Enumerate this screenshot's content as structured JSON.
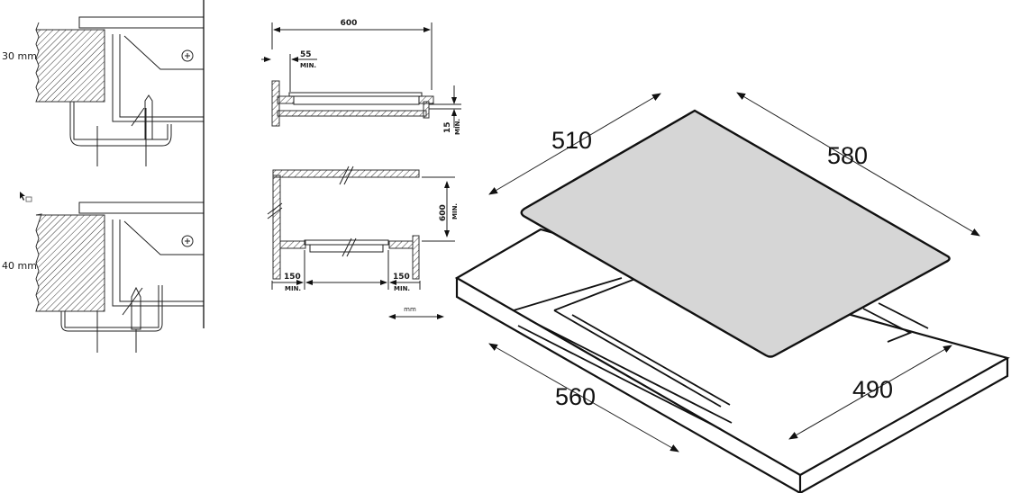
{
  "left_detail": {
    "thickness_30_label": "30 mm",
    "thickness_40_label": "40 mm"
  },
  "middle_detail": {
    "width_label": "600",
    "edge_gap_label": "55",
    "edge_gap_min": "MIN.",
    "under_gap_label": "15",
    "under_gap_min": "MIN.",
    "height_label": "600",
    "height_min": "MIN.",
    "left_side_label": "150",
    "left_side_min": "MIN.",
    "right_side_label": "150",
    "right_side_min": "MIN.",
    "unit_label": "mm"
  },
  "hob_dimensions": {
    "hob_depth": "510",
    "hob_width": "580",
    "cutout_width": "560",
    "cutout_depth": "490"
  },
  "colors": {
    "hob_fill": "#d6d6d6",
    "line": "#111111"
  }
}
